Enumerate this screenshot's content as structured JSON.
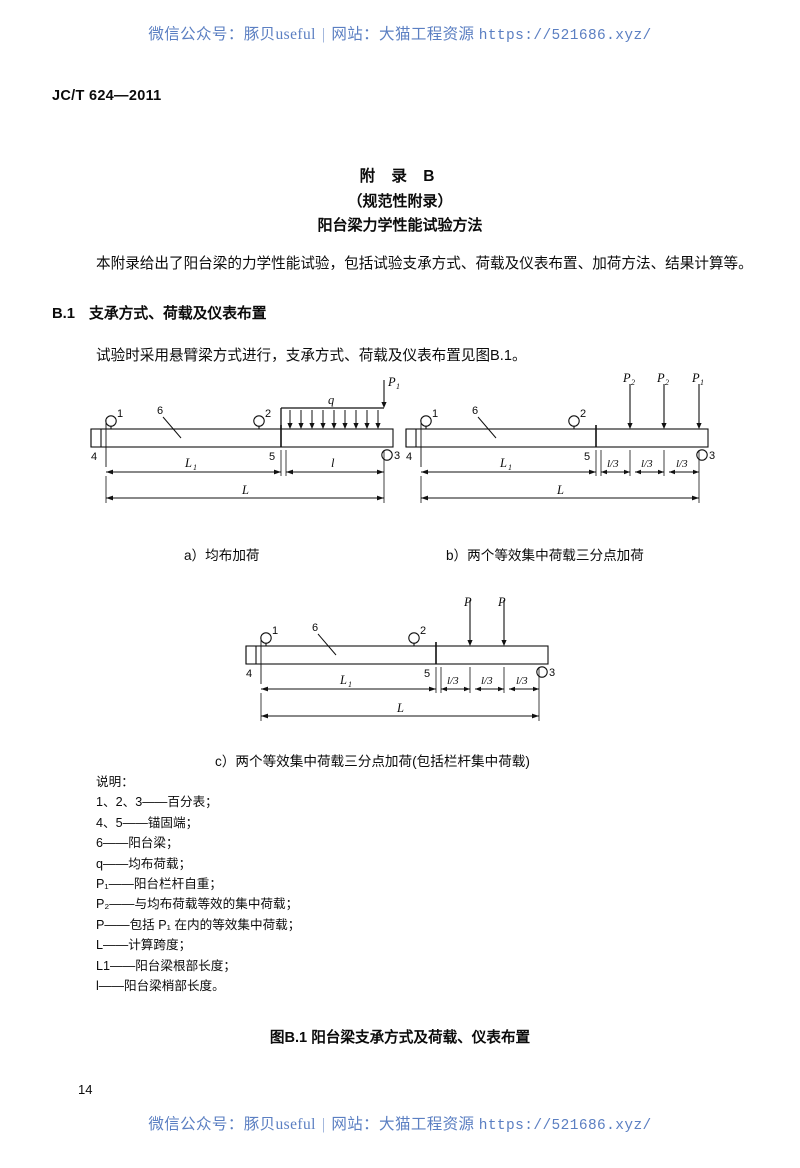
{
  "watermark": {
    "label_wechat": "微信公众号：",
    "wechat_name": "豚贝useful",
    "separator": "|",
    "label_site": "网站：",
    "site_name": "大猫工程资源",
    "url": "https://521686.xyz/"
  },
  "header": {
    "doc_code": "JC/T 624—2011"
  },
  "titles": {
    "annex": "附 录 B",
    "annex_type": "（规范性附录）",
    "annex_name": "阳台梁力学性能试验方法"
  },
  "body": {
    "intro": "本附录给出了阳台梁的力学性能试验，包括试验支承方式、荷载及仪表布置、加荷方法、结果计算等。",
    "section_number": "B.1",
    "section_title": "支承方式、荷载及仪表布置",
    "section_para": "试验时采用悬臂梁方式进行，支承方式、荷载及仪表布置见图B.1。"
  },
  "figure": {
    "caption_a": "a）均布加荷",
    "caption_b": "b）两个等效集中荷载三分点加荷",
    "caption_c": "c）两个等效集中荷载三分点加荷(包括栏杆集中荷载)",
    "figure_caption": "图B.1  阳台梁支承方式及荷载、仪表布置",
    "labels": {
      "one": "1",
      "two": "2",
      "three": "3",
      "four": "4",
      "five": "5",
      "six": "6",
      "q": "q",
      "P": "P",
      "P1_sub": "1",
      "P2_sub": "2",
      "L": "L",
      "L1": "L",
      "L1_sub": "1",
      "l": "l",
      "l_third": "l/3"
    }
  },
  "legend": {
    "title": "说明：",
    "items": [
      "1、2、3——百分表；",
      "4、5——锚固端；",
      "6——阳台梁；",
      "q——均布荷载；",
      "P₁——阳台栏杆自重；",
      "P₂——与均布荷载等效的集中荷载；",
      "P——包括 P₁ 在内的等效集中荷载；",
      "L——计算跨度；",
      "L1——阳台梁根部长度；",
      "l——阳台梁梢部长度。"
    ]
  },
  "footer": {
    "page_number": "14"
  }
}
